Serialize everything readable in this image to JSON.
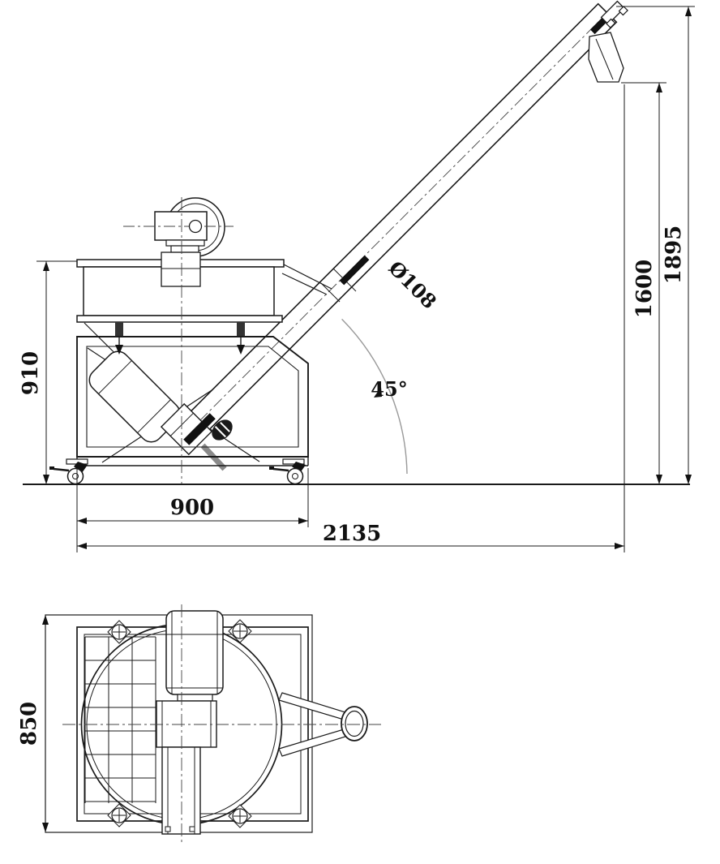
{
  "colors": {
    "line": "#1a1a1a",
    "fill_dark": "#111111",
    "arc_gray": "#999999",
    "shaft_gray": "#8a8a8a",
    "background": "#ffffff"
  },
  "dimensions": {
    "side_view": {
      "sieve_height": "910",
      "base_width": "900",
      "overall_length": "2135",
      "outlet_height": "1600",
      "overall_height": "1895",
      "tube_diameter": "Ø108",
      "incline_angle": "45°"
    },
    "plan_view": {
      "base_depth": "850"
    }
  }
}
